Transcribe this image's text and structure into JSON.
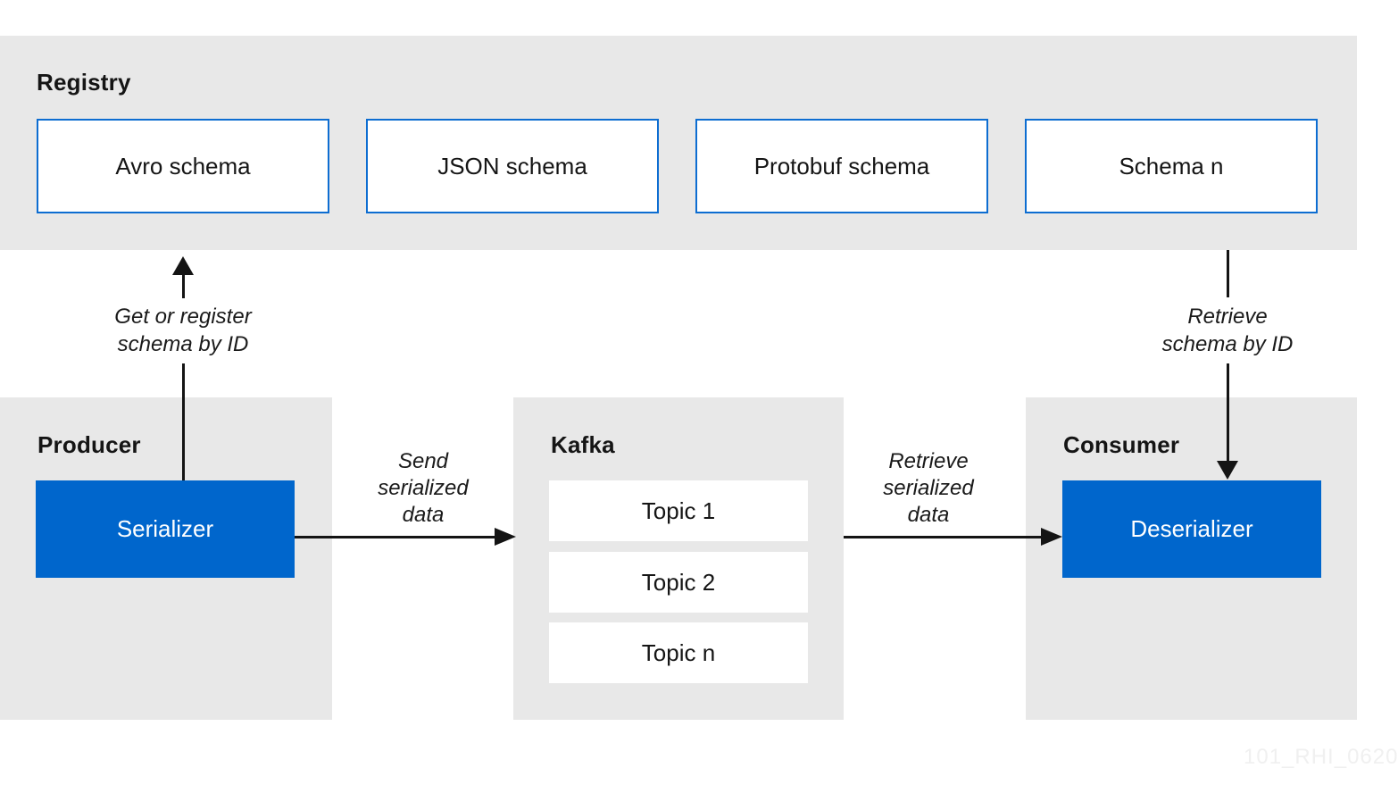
{
  "registry": {
    "title": "Registry",
    "schemas": [
      {
        "label": "Avro schema"
      },
      {
        "label": "JSON schema"
      },
      {
        "label": "Protobuf schema"
      },
      {
        "label": "Schema n"
      }
    ]
  },
  "producer": {
    "title": "Producer",
    "component": "Serializer"
  },
  "kafka": {
    "title": "Kafka",
    "topics": [
      {
        "label": "Topic 1"
      },
      {
        "label": "Topic 2"
      },
      {
        "label": "Topic n"
      }
    ]
  },
  "consumer": {
    "title": "Consumer",
    "component": "Deserializer"
  },
  "annotations": {
    "get_or_register": {
      "line1": "Get or register",
      "line2": "schema by ID"
    },
    "send_serialized": {
      "line1": "Send",
      "line2": "serialized",
      "line3": "data"
    },
    "retrieve_serialized": {
      "line1": "Retrieve",
      "line2": "serialized",
      "line3": "data"
    },
    "retrieve_schema": {
      "line1": "Retrieve",
      "line2": "schema by ID"
    }
  },
  "watermark": "101_RHI_0620",
  "colors": {
    "panel_gray": "#e8e8e8",
    "brand_blue": "#0066cc",
    "schema_border_blue": "#0d6dd1",
    "arrow_black": "#141414",
    "text_dark": "#151515",
    "watermark_gray": "#f0f0f0"
  }
}
